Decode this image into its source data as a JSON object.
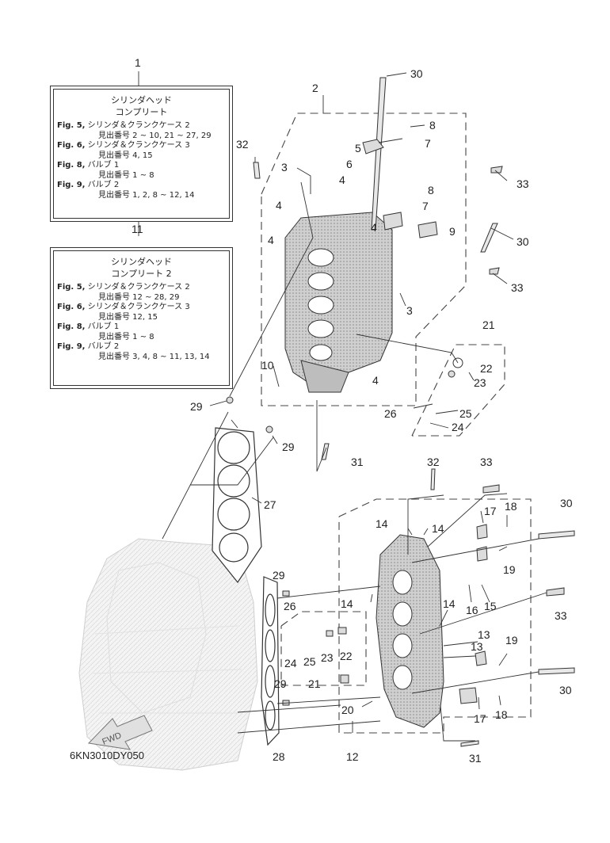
{
  "reference_code": "6KN3010DY050",
  "fwd_label": "FWD",
  "boxes": [
    {
      "callout": "1",
      "title": [
        "シリンダヘッド",
        "コンプリート"
      ],
      "rows": [
        {
          "fig": "Fig. 5,",
          "desc": "シリンダ＆クランクケース 2",
          "refs": "見出番号 2 ~ 10, 21 ~ 27, 29"
        },
        {
          "fig": "Fig. 6,",
          "desc": "シリンダ＆クランクケース 3",
          "refs": "見出番号 4, 15"
        },
        {
          "fig": "Fig. 8,",
          "desc": "バルブ 1",
          "refs": "見出番号 1 ~ 8"
        },
        {
          "fig": "Fig. 9,",
          "desc": "バルブ 2",
          "refs": "見出番号 1, 2, 8 ~ 12, 14"
        }
      ]
    },
    {
      "callout": "11",
      "title": [
        "シリンダヘッド",
        "コンプリート 2"
      ],
      "rows": [
        {
          "fig": "Fig. 5,",
          "desc": "シリンダ＆クランクケース 2",
          "refs": "見出番号 12 ~ 28, 29"
        },
        {
          "fig": "Fig. 6,",
          "desc": "シリンダ＆クランクケース 3",
          "refs": "見出番号 12, 15"
        },
        {
          "fig": "Fig. 8,",
          "desc": "バルブ 1",
          "refs": "見出番号 1 ~ 8"
        },
        {
          "fig": "Fig. 9,",
          "desc": "バルブ 2",
          "refs": "見出番号 3, 4, 8 ~ 11, 13, 14"
        }
      ]
    }
  ],
  "callouts": [
    "30",
    "2",
    "8",
    "7",
    "5",
    "32",
    "3",
    "6",
    "4",
    "4",
    "33",
    "8",
    "4",
    "7",
    "9",
    "4",
    "30",
    "33",
    "3",
    "21",
    "10",
    "22",
    "23",
    "4",
    "29",
    "26",
    "25",
    "24",
    "29",
    "31",
    "32",
    "33",
    "27",
    "30",
    "17",
    "18",
    "14",
    "14",
    "19",
    "29",
    "14",
    "14",
    "16",
    "15",
    "26",
    "33",
    "13",
    "13",
    "19",
    "24",
    "25",
    "23",
    "22",
    "21",
    "29",
    "30",
    "20",
    "17",
    "18",
    "12",
    "28",
    "31"
  ]
}
